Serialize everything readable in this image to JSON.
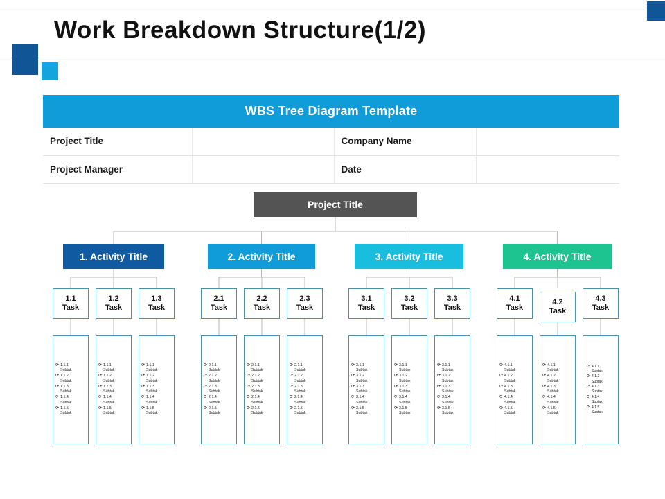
{
  "slide": {
    "title": "Work Breakdown Structure(1/2)",
    "colors": {
      "navy": "#105696",
      "cyan": "#15a4dd",
      "banner_blue": "#109cd8",
      "root_gray": "#545454",
      "activity_1": "#0f5aa0",
      "activity_2": "#109cd8",
      "activity_3": "#19bddd",
      "activity_4": "#1ec48f",
      "box_border": "#4a90ab"
    }
  },
  "banner": {
    "title": "WBS Tree Diagram Template"
  },
  "info_table": {
    "rows": [
      {
        "label_left": "Project Title",
        "value_left": "",
        "label_right": "Company Name",
        "value_right": ""
      },
      {
        "label_left": "Project Manager",
        "value_left": "",
        "label_right": "Date",
        "value_right": ""
      }
    ]
  },
  "tree": {
    "root": {
      "label": "Project Title"
    },
    "activities": [
      {
        "label": "1. Activity Title",
        "color": "#0f5aa0",
        "tasks": [
          {
            "number": "1.1",
            "word": "Task",
            "subtasks": [
              "1.1.1\nSubtak",
              "1.1.2\nSubtak",
              "1.1.3\nSubtak",
              "1.1.4\nSubtak",
              "1.1.5\nSubtak"
            ]
          },
          {
            "number": "1.2",
            "word": "Task",
            "subtasks": [
              "1.1.1\nSubtak",
              "1.1.2\nSubtak",
              "1.1.3\nSubtak",
              "1.1.4\nSubtak",
              "1.1.5\nSubtak"
            ]
          },
          {
            "number": "1.3",
            "word": "Task",
            "subtasks": [
              "1.1.1\nSubtak",
              "1.1.2\nSubtak",
              "1.1.3\nSubtak",
              "1.1.4\nSubtak",
              "1.1.5\nSubtak"
            ]
          }
        ]
      },
      {
        "label": "2. Activity Title",
        "color": "#109cd8",
        "tasks": [
          {
            "number": "2.1",
            "word": "Task",
            "subtasks": [
              "2.1.1\nSubtak",
              "2.1.2\nSubtak",
              "2.1.3\nSubtak",
              "2.1.4\nSubtak",
              "2.1.5\nSubtak"
            ]
          },
          {
            "number": "2.2",
            "word": "Task",
            "subtasks": [
              "2.1.1\nSubtak",
              "2.1.2\nSubtak",
              "2.1.3\nSubtak",
              "2.1.4\nSubtak",
              "2.1.5\nSubtak"
            ]
          },
          {
            "number": "2.3",
            "word": "Task",
            "subtasks": [
              "2.1.1\nSubtak",
              "2.1.2\nSubtak",
              "2.1.3\nSubtak",
              "2.1.4\nSubtak",
              "2.1.5\nSubtak"
            ]
          }
        ]
      },
      {
        "label": "3. Activity Title",
        "color": "#19bddd",
        "tasks": [
          {
            "number": "3.1",
            "word": "Task",
            "subtasks": [
              "3.1.1\nSubtak",
              "3.1.2\nSubtak",
              "3.1.3\nSubtak",
              "3.1.4\nSubtak",
              "3.1.5\nSubtak"
            ]
          },
          {
            "number": "3.2",
            "word": "Task",
            "subtasks": [
              "3.1.1\nSubtak",
              "3.1.2\nSubtak",
              "3.1.3\nSubtak",
              "3.1.4\nSubtak",
              "3.1.5\nSubtak"
            ]
          },
          {
            "number": "3.3",
            "word": "Task",
            "subtasks": [
              "3.1.1\nSubtak",
              "3.1.2\nSubtak",
              "3.1.3\nSubtak",
              "3.1.4\nSubtak",
              "3.1.5\nSubtak"
            ]
          }
        ]
      },
      {
        "label": "4. Activity Title",
        "color": "#1ec48f",
        "tasks": [
          {
            "number": "4.1",
            "word": "Task",
            "subtasks": [
              "4.1.1\nSubtak",
              "4.1.2\nSubtak",
              "4.1.3\nSubtak",
              "4.1.4\nSubtak",
              "4.1.5\nSubtak"
            ]
          },
          {
            "number": "4.2",
            "word": "Task",
            "subtasks": [
              "4.1.1\nSubtak",
              "4.1.2\nSubtak",
              "4.1.3\nSubtak",
              "4.1.4\nSubtak",
              "4.1.5\nSubtak"
            ]
          },
          {
            "number": "4.3",
            "word": "Task",
            "subtasks": [
              "4.1.1\nSubtak",
              "4.1.2\nSubtak",
              "4.1.3\nSubtak",
              "4.1.4\nSubtak",
              "4.1.5\nSubtak"
            ]
          }
        ]
      }
    ],
    "bullet_glyph": "⟳"
  },
  "layout": {
    "activity_x": [
      91,
      300,
      512,
      726
    ],
    "activity_w": [
      146,
      155,
      157,
      157
    ],
    "task_x": [
      [
        76,
        138,
        200
      ],
      [
        290,
        352,
        414
      ],
      [
        503,
        565,
        627
      ],
      [
        717,
        779,
        841
      ]
    ]
  }
}
